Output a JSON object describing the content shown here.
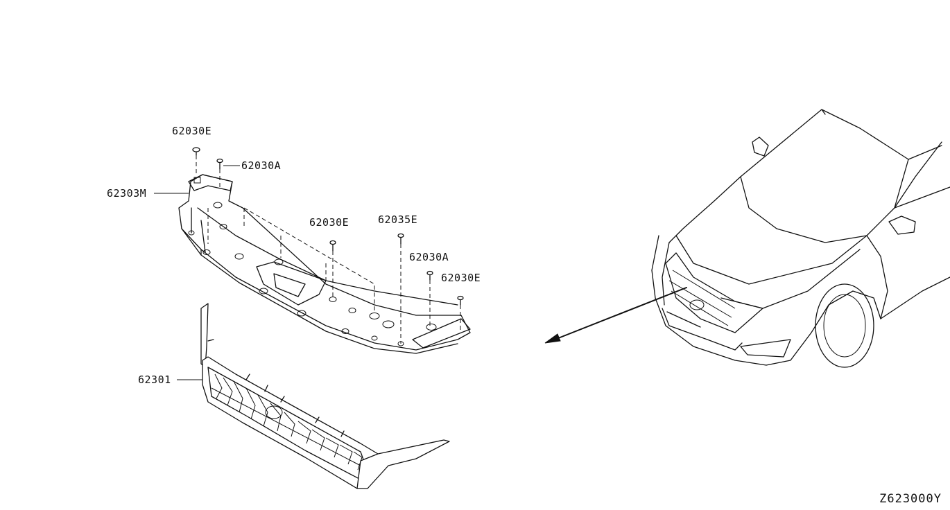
{
  "diagram": {
    "code": "Z623000Y",
    "colors": {
      "line": "#111111",
      "background": "#ffffff"
    }
  },
  "callouts": {
    "c1": "62030E",
    "c2": "62030A",
    "c3": "62303M",
    "c4": "62030E",
    "c5": "62035E",
    "c6": "62030A",
    "c7": "62030E",
    "c8": "62301"
  }
}
